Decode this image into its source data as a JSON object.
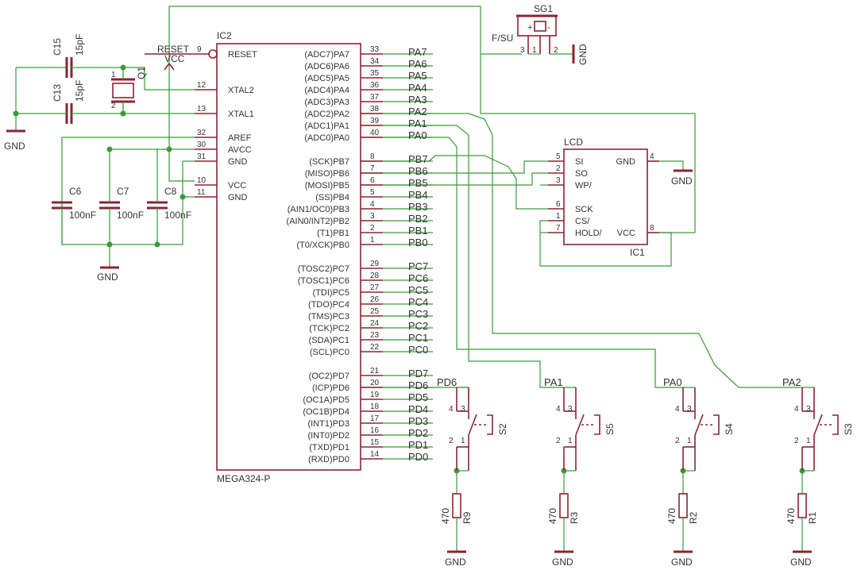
{
  "mcu": {
    "ref": "IC2",
    "value": "MEGA324-P",
    "left_pins": [
      {
        "num": "9",
        "name": "RESET"
      },
      {
        "num": "12",
        "name": "XTAL2"
      },
      {
        "num": "13",
        "name": "XTAL1"
      },
      {
        "num": "32",
        "name": "AREF"
      },
      {
        "num": "30",
        "name": "AVCC"
      },
      {
        "num": "31",
        "name": "GND"
      },
      {
        "num": "10",
        "name": "VCC"
      },
      {
        "num": "11",
        "name": "GND"
      }
    ],
    "right_pins": [
      {
        "num": "33",
        "name": "(ADC7)PA7",
        "net": "PA7"
      },
      {
        "num": "34",
        "name": "(ADC6)PA6",
        "net": "PA6"
      },
      {
        "num": "35",
        "name": "(ADC5)PA5",
        "net": "PA5"
      },
      {
        "num": "36",
        "name": "(ADC4)PA4",
        "net": "PA4"
      },
      {
        "num": "37",
        "name": "(ADC3)PA3",
        "net": "PA3"
      },
      {
        "num": "38",
        "name": "(ADC2)PA2",
        "net": "PA2"
      },
      {
        "num": "39",
        "name": "(ADC1)PA1",
        "net": "PA1"
      },
      {
        "num": "40",
        "name": "(ADC0)PA0",
        "net": "PA0"
      },
      {
        "num": "8",
        "name": "(SCK)PB7",
        "net": "PB7"
      },
      {
        "num": "7",
        "name": "(MISO)PB6",
        "net": "PB6"
      },
      {
        "num": "6",
        "name": "(MOSI)PB5",
        "net": "PB5"
      },
      {
        "num": "5",
        "name": "(SS)PB4",
        "net": "PB4"
      },
      {
        "num": "4",
        "name": "(AIN1/OC0)PB3",
        "net": "PB3"
      },
      {
        "num": "3",
        "name": "(AIN0/INT2)PB2",
        "net": "PB2"
      },
      {
        "num": "2",
        "name": "(T1)PB1",
        "net": "PB1"
      },
      {
        "num": "1",
        "name": "(T0/XCK)PB0",
        "net": "PB0"
      },
      {
        "num": "29",
        "name": "(TOSC2)PC7",
        "net": "PC7"
      },
      {
        "num": "28",
        "name": "(TOSC1)PC6",
        "net": "PC6"
      },
      {
        "num": "27",
        "name": "(TDI)PC5",
        "net": "PC5"
      },
      {
        "num": "26",
        "name": "(TDO)PC4",
        "net": "PC4"
      },
      {
        "num": "25",
        "name": "(TMS)PC3",
        "net": "PC3"
      },
      {
        "num": "24",
        "name": "(TCK)PC2",
        "net": "PC2"
      },
      {
        "num": "23",
        "name": "(SDA)PC1",
        "net": "PC1"
      },
      {
        "num": "22",
        "name": "(SCL)PC0",
        "net": "PC0"
      },
      {
        "num": "21",
        "name": "(OC2)PD7",
        "net": "PD7"
      },
      {
        "num": "20",
        "name": "(ICP)PD6",
        "net": "PD6"
      },
      {
        "num": "19",
        "name": "(OC1A)PD5",
        "net": "PD5"
      },
      {
        "num": "18",
        "name": "(OC1B)PD4",
        "net": "PD4"
      },
      {
        "num": "17",
        "name": "(INT1)PD3",
        "net": "PD3"
      },
      {
        "num": "16",
        "name": "(INT0)PD2",
        "net": "PD2"
      },
      {
        "num": "15",
        "name": "(TXD)PD1",
        "net": "PD1"
      },
      {
        "num": "14",
        "name": "(RXD)PD0",
        "net": "PD0"
      }
    ]
  },
  "lcd": {
    "ref": "IC1",
    "title": "LCD",
    "left_pins": [
      {
        "num": "5",
        "name": "SI"
      },
      {
        "num": "2",
        "name": "SO"
      },
      {
        "num": "3",
        "name": "WP/"
      },
      {
        "num": "6",
        "name": "SCK"
      },
      {
        "num": "1",
        "name": "CS/"
      },
      {
        "num": "7",
        "name": "HOLD/"
      }
    ],
    "right_pins": [
      {
        "num": "4",
        "name": "GND"
      },
      {
        "num": "8",
        "name": "VCC"
      }
    ]
  },
  "buzzer": {
    "ref": "SG1",
    "label": "F/SU",
    "pin_a": "3",
    "pin_b": "1",
    "pin_c": "2",
    "sym_a": "+",
    "sym_b": "-"
  },
  "crystal": {
    "ref": "Q1",
    "pin1": "1",
    "pin2": "2"
  },
  "caps": [
    {
      "ref": "C15",
      "value": "15pF"
    },
    {
      "ref": "C13",
      "value": "15pF"
    },
    {
      "ref": "C6",
      "value": "100nF"
    },
    {
      "ref": "C7",
      "value": "100nF"
    },
    {
      "ref": "C8",
      "value": "100nF"
    }
  ],
  "switches": [
    {
      "ref": "S2",
      "net": "PD6"
    },
    {
      "ref": "S5",
      "net": "PA1"
    },
    {
      "ref": "S4",
      "net": "PA0"
    },
    {
      "ref": "S3",
      "net": "PA2"
    }
  ],
  "switch_pins": {
    "p4": "4",
    "p3": "3",
    "p2": "2",
    "p1": "1"
  },
  "resistors": [
    {
      "ref": "R9",
      "value": "470"
    },
    {
      "ref": "R3",
      "value": "470"
    },
    {
      "ref": "R2",
      "value": "470"
    },
    {
      "ref": "R1",
      "value": "470"
    }
  ],
  "nets": {
    "gnd": "GND",
    "vcc": "VCC",
    "reset": "RESET"
  }
}
